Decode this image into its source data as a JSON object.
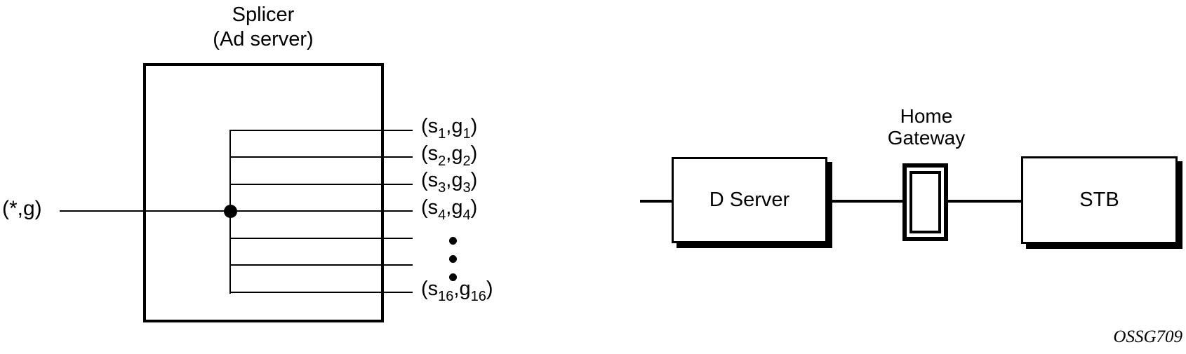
{
  "splicer": {
    "title_line1": "Splicer",
    "title_line2": "(Ad server)",
    "input_label": "(*,g)",
    "outputs": [
      {
        "open": "(s",
        "sub1": "1",
        "comma": ",g",
        "sub2": "1",
        "close": ")"
      },
      {
        "open": "(s",
        "sub1": "2",
        "comma": ",g",
        "sub2": "2",
        "close": ")"
      },
      {
        "open": "(s",
        "sub1": "3",
        "comma": ",g",
        "sub2": "3",
        "close": ")"
      },
      {
        "open": "(s",
        "sub1": "4",
        "comma": ",g",
        "sub2": "4",
        "close": ")"
      },
      {
        "open": "(s",
        "sub1": "16",
        "comma": ",g",
        "sub2": "16",
        "close": ")"
      }
    ]
  },
  "network": {
    "d_server_label": "D Server",
    "home_gateway_line1": "Home",
    "home_gateway_line2": "Gateway",
    "stb_label": "STB"
  },
  "figure_id": "OSSG709",
  "colors": {
    "line": "#000000",
    "background": "#ffffff"
  }
}
